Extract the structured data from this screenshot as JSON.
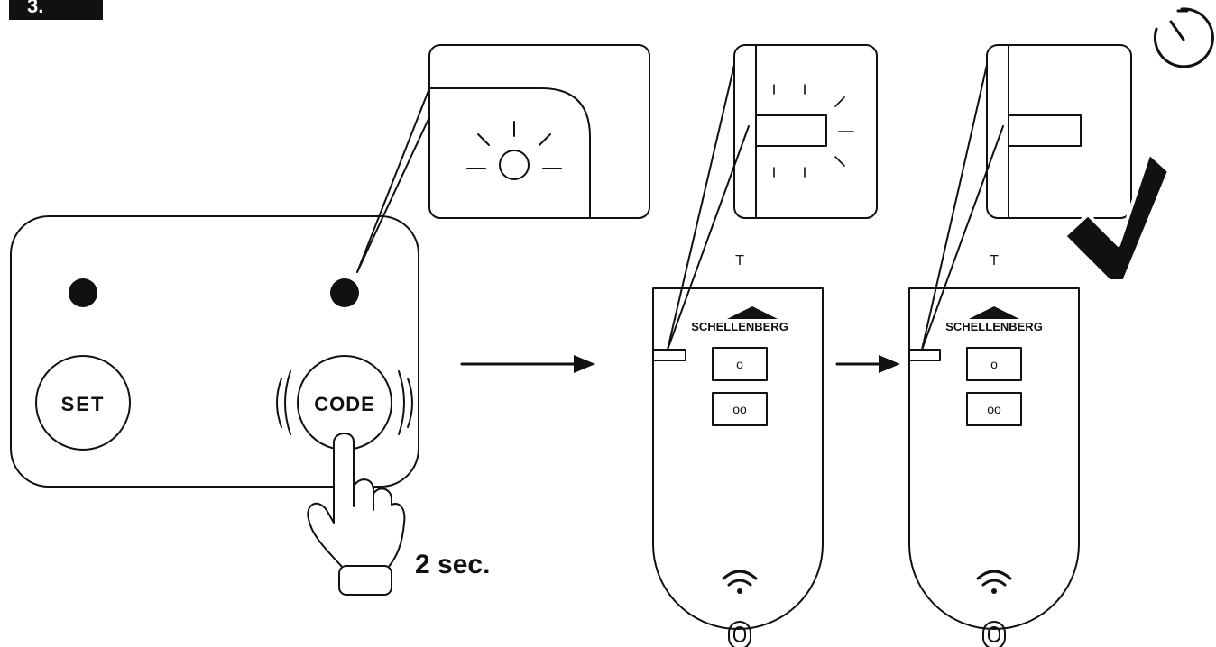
{
  "step": {
    "number": "3."
  },
  "receiver": {
    "set_label": "SET",
    "code_label": "CODE"
  },
  "hold": {
    "duration_label": "2 sec."
  },
  "remotes": [
    {
      "button_label": "T",
      "brand": "SCHELLENBERG",
      "button_1": "o",
      "button_2": "oo"
    },
    {
      "button_label": "T",
      "brand": "SCHELLENBERG",
      "button_1": "o",
      "button_2": "oo"
    }
  ],
  "icons": [
    "timer-icon",
    "checkmark-icon",
    "wifi-icon",
    "sun-blink-icon",
    "hand-press-icon",
    "arrow-right-icon"
  ],
  "colors": {
    "ink": "#111111",
    "background": "#ffffff"
  }
}
